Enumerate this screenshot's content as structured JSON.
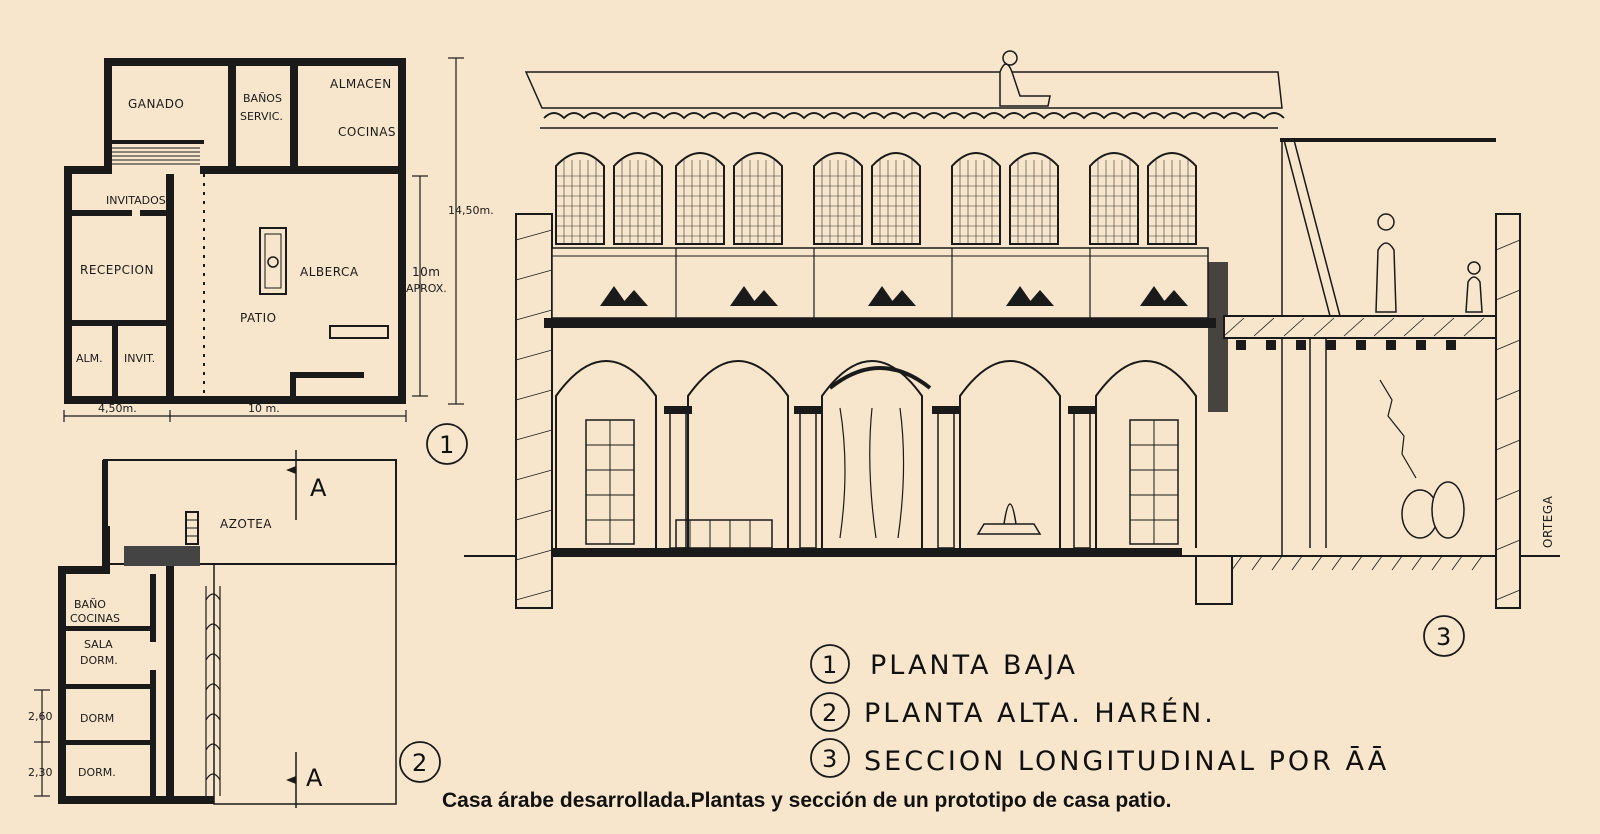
{
  "plan1": {
    "rooms": {
      "ganado": "GANADO",
      "banos": "BAÑOS",
      "servic": "SERVIC.",
      "almacen": "ALMACEN",
      "cocinas": "COCINAS",
      "invitados": "INVITADOS",
      "recepcion": "RECEPCION",
      "alberca": "ALBERCA",
      "patio": "PATIO",
      "alm": "ALM.",
      "invit": "INVIT."
    },
    "dimensions": {
      "total_depth": "14,50m.",
      "patio_depth": "10m",
      "patio_depth_note": "APROX.",
      "left_width": "4,50m.",
      "right_width": "10 m."
    },
    "number": "1"
  },
  "plan2": {
    "rooms": {
      "azotea": "AZOTEA",
      "bano": "BAÑO",
      "cocinas": "COCINAS",
      "sala": "SALA",
      "dorm_a": "DORM.",
      "dorm_b": "DORM",
      "dorm_c": "DORM."
    },
    "dimensions": {
      "d1": "2,60",
      "d2": "2,30"
    },
    "section_marks": [
      "A",
      "A"
    ],
    "number": "2"
  },
  "section": {
    "number": "3",
    "signature": "ORTEGA"
  },
  "legend": [
    {
      "number": "1",
      "text": "PLANTA BAJA"
    },
    {
      "number": "2",
      "text": "PLANTA ALTA. HARÉN."
    },
    {
      "number": "3",
      "text": "SECCION LONGITUDINAL POR ĀĀ"
    }
  ],
  "caption": "Casa árabe desarrollada.Plantas y sección de un prototipo de casa patio."
}
